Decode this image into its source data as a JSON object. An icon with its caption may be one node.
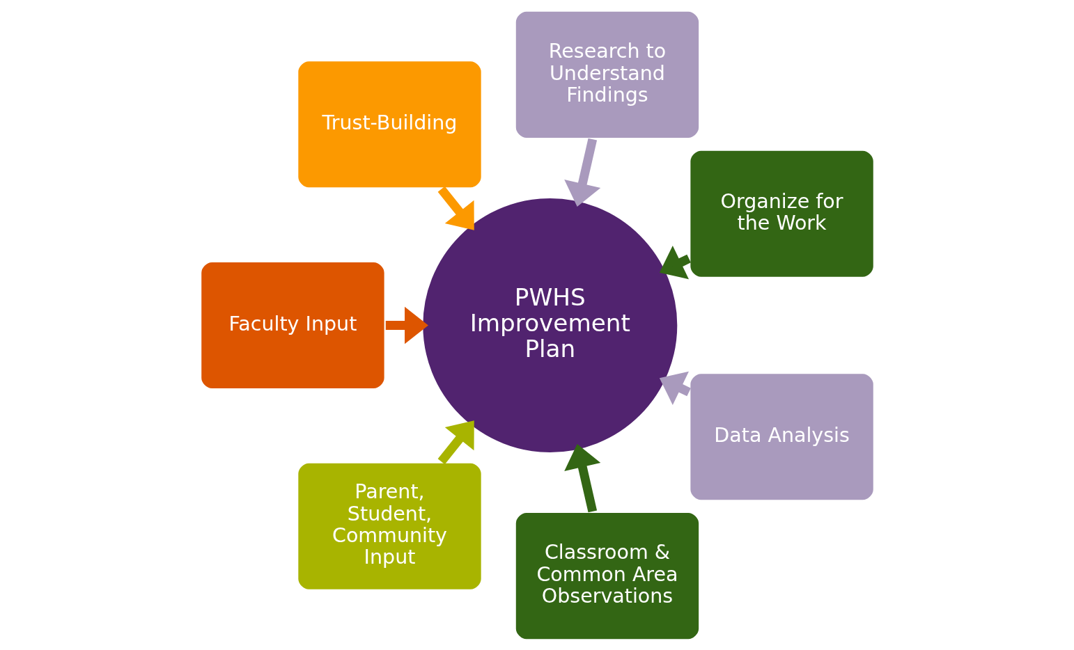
{
  "diagram": {
    "nodes": [
      {
        "text": [
          "Organize for the Work"
        ]
      },
      {
        "text": [
          "Research to Understand Findings"
        ]
      },
      {
        "text": [
          "Trust-Building"
        ]
      },
      {
        "text": [
          "Faculty Input"
        ]
      },
      {
        "text": [
          "Parent, Student, Community Input"
        ]
      },
      {
        "text": [
          "Classroom & Common Area Observations"
        ]
      },
      {
        "text": [
          "Data Analysis"
        ]
      },
      {
        "text": [
          "PWHS",
          "Improvement Plan"
        ]
      }
    ],
    "edges": [
      {
        "from": 0,
        "to": 7,
        "arrow": "to",
        "color": "#336614"
      },
      {
        "from": 1,
        "to": 7,
        "arrow": "to",
        "color": "#a99abd"
      },
      {
        "from": 2,
        "to": 7,
        "arrow": "to",
        "color": "#fc9900"
      },
      {
        "from": 3,
        "to": 7,
        "arrow": "to",
        "color": "#dd5500"
      },
      {
        "from": 4,
        "to": 7,
        "arrow": "to",
        "color": "#a8b400"
      },
      {
        "from": 5,
        "to": 7,
        "arrow": "to",
        "color": "#336614"
      },
      {
        "from": 6,
        "to": 7,
        "arrow": "to",
        "color": "#a99abd"
      }
    ]
  }
}
